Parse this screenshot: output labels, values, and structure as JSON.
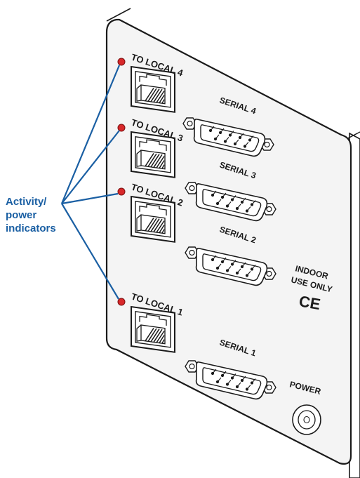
{
  "callout": {
    "line1": "Activity/",
    "line2": "power",
    "line3": "indicators"
  },
  "ports": {
    "local_4": "TO LOCAL 4",
    "local_3": "TO LOCAL 3",
    "local_2": "TO LOCAL 2",
    "local_1": "TO LOCAL 1",
    "serial_4": "SERIAL 4",
    "serial_3": "SERIAL 3",
    "serial_2": "SERIAL 2",
    "serial_1": "SERIAL 1"
  },
  "labels": {
    "indoor": "INDOOR",
    "use_only": "USE ONLY",
    "ce_mark": "CE",
    "power": "POWER"
  },
  "colors": {
    "leader": "#1a5fa3",
    "led": "#d8282a",
    "panel": "#f4f4f4",
    "outline": "#1a1a1a"
  }
}
